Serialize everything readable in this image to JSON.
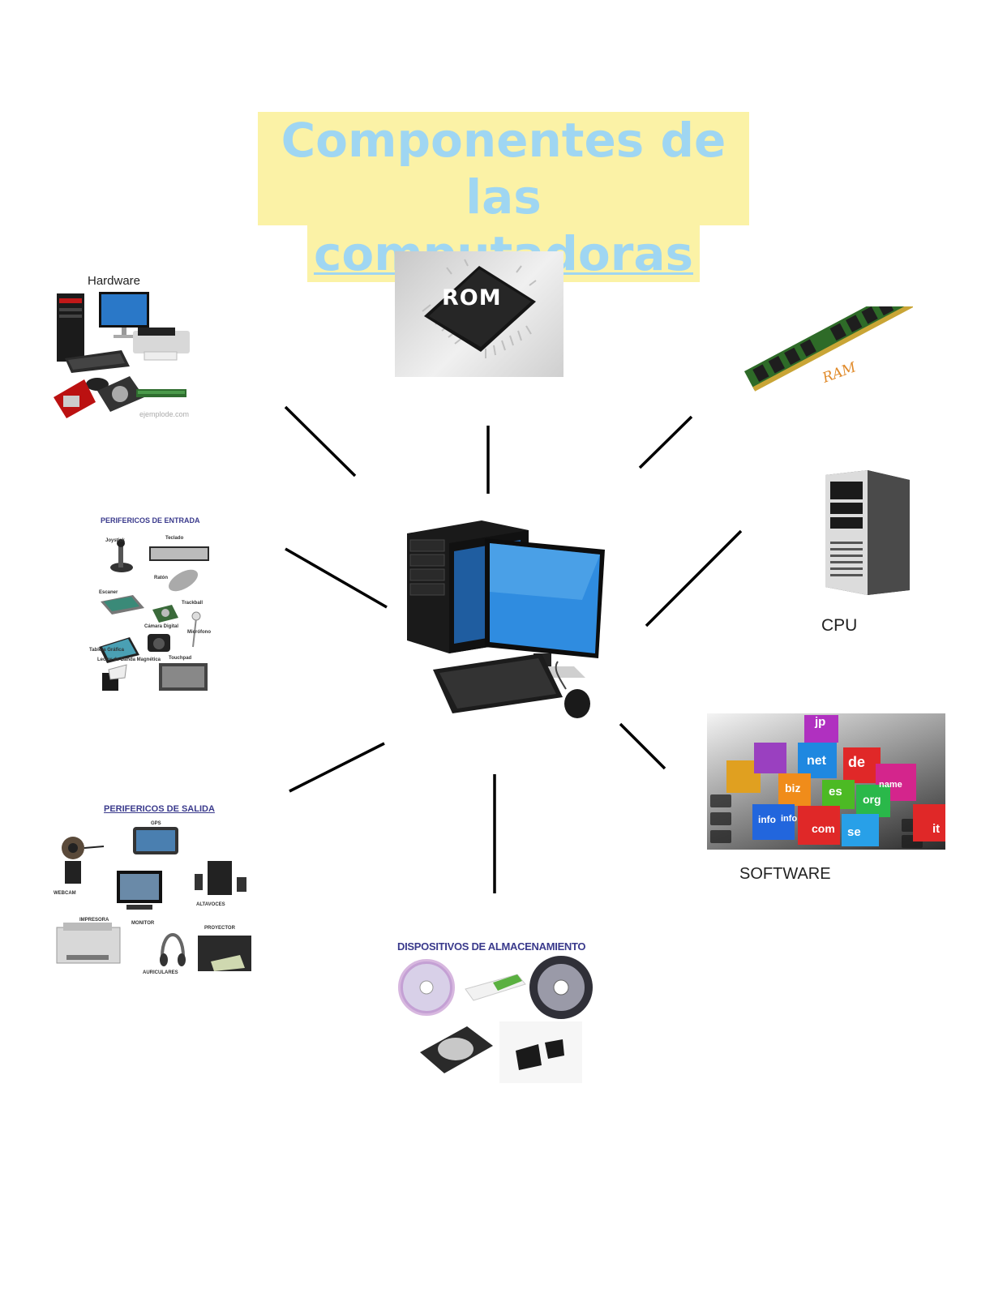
{
  "title": {
    "line1": "Componentes de las",
    "line2": "computadoras"
  },
  "center": {
    "icon": "desktop-computer-icon"
  },
  "nodes": {
    "hardware": {
      "label": "Hardware",
      "watermark": "ejemplode.com",
      "icon": "hardware-collage-icon"
    },
    "rom": {
      "label": "ROM",
      "icon": "rom-chip-icon"
    },
    "ram": {
      "label": "RAM",
      "icon": "ram-module-icon"
    },
    "cpu": {
      "label": "CPU",
      "icon": "tower-case-icon"
    },
    "software": {
      "label": "SOFTWARE",
      "icon": "domain-cubes-icon",
      "cubes": [
        "jp",
        "net",
        "de",
        "biz",
        "es",
        "org",
        "name",
        "info",
        "info",
        "com",
        "se",
        "it"
      ]
    },
    "input": {
      "label": "PERIFERICOS DE ENTRADA",
      "icon": "input-devices-icon",
      "items": [
        "Joystick",
        "Teclado",
        "Ratón",
        "Escaner",
        "Trackball",
        "Cámara Digital",
        "Micrófono",
        "Tableta Gráfica",
        "Lector de Banda Magnética",
        "Touchpad"
      ]
    },
    "output": {
      "label": "PERIFERICOS DE SALIDA",
      "icon": "output-devices-icon",
      "items": [
        "GPS",
        "WEBCAM",
        "ALTAVOCES",
        "IMPRESORA",
        "MONITOR",
        "PROYECTOR",
        "AURICULARES"
      ]
    },
    "storage": {
      "label": "DISPOSITIVOS DE ALMACENAMIENTO",
      "icon": "storage-devices-icon"
    }
  },
  "colors": {
    "title_text": "#9fd6f2",
    "title_highlight": "#fbf2a6",
    "caption_blue": "#3a3a8c",
    "connector": "#000000"
  }
}
